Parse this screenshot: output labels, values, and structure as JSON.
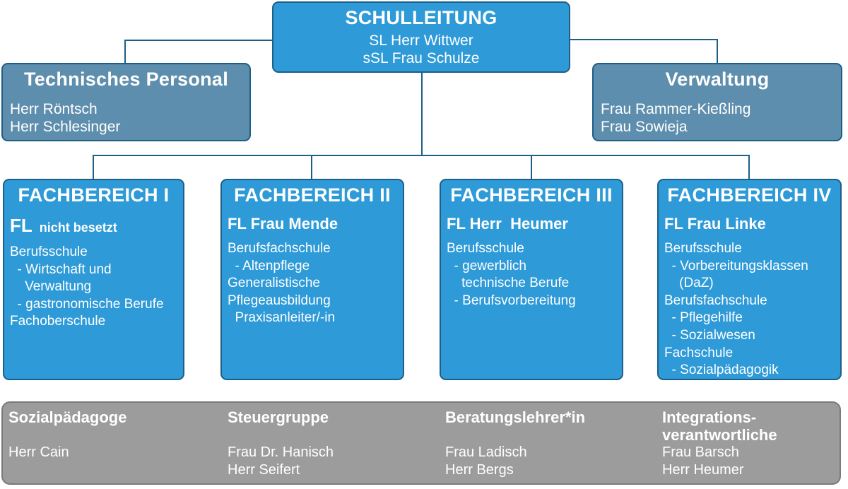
{
  "colors": {
    "box_blue": "#2e9ad8",
    "box_steel": "#5e8ead",
    "line_blue": "#1d5f87",
    "bar_gray": "#9c9c9c",
    "bar_border": "#7a7a7a",
    "text": "#ffffff"
  },
  "schulleitung": {
    "title": "SCHULLEITUNG",
    "lines": [
      "SL Herr Wittwer",
      "sSL Frau Schulze"
    ]
  },
  "technisches_personal": {
    "title": "Technisches Personal",
    "names": [
      "Herr Röntsch",
      "Herr Schlesinger"
    ]
  },
  "verwaltung": {
    "title": "Verwaltung",
    "names": [
      "Frau Rammer-Kießling",
      "Frau Sowieja"
    ]
  },
  "fachbereiche": [
    {
      "title": "FACHBEREICH I",
      "fl": "FL",
      "fl_note": "  nicht besetzt",
      "body": [
        "Berufsschule",
        "  - Wirtschaft und",
        "    Verwaltung",
        "  - gastronomische Berufe",
        "Fachoberschule"
      ]
    },
    {
      "title": "FACHBEREICH II",
      "fl": "FL Frau Mende",
      "fl_note": "",
      "body": [
        "Berufsfachschule",
        "  - Altenpflege",
        "Generalistische",
        "Pflegeausbildung",
        "  Praxisanleiter/-in"
      ]
    },
    {
      "title": "FACHBEREICH III",
      "fl": "FL Herr  Heumer",
      "fl_note": "",
      "body": [
        "Berufsschule",
        "  - gewerblich",
        "    technische Berufe",
        "  - Berufsvorbereitung"
      ]
    },
    {
      "title": "FACHBEREICH IV",
      "fl": "FL Frau Linke",
      "fl_note": "",
      "body": [
        "Berufsschule",
        "  - Vorbereitungsklassen",
        "    (DaZ)",
        "Berufsfachschule",
        "  - Pflegehilfe",
        "  - Sozialwesen",
        "Fachschule",
        "  - Sozialpädagogik"
      ]
    }
  ],
  "bottom_bar": {
    "columns": [
      {
        "title_lines": [
          "Sozialpädagoge"
        ],
        "names": [
          "Herr Cain"
        ]
      },
      {
        "title_lines": [
          "Steuergruppe"
        ],
        "names": [
          "Frau Dr. Hanisch",
          "Herr Seifert"
        ]
      },
      {
        "title_lines": [
          "Beratungslehrer*in"
        ],
        "names": [
          "Frau Ladisch",
          "Herr Bergs"
        ]
      },
      {
        "title_lines": [
          "Integrations-",
          "verantwortliche"
        ],
        "names": [
          "Frau Barsch",
          "Herr Heumer"
        ]
      }
    ]
  }
}
